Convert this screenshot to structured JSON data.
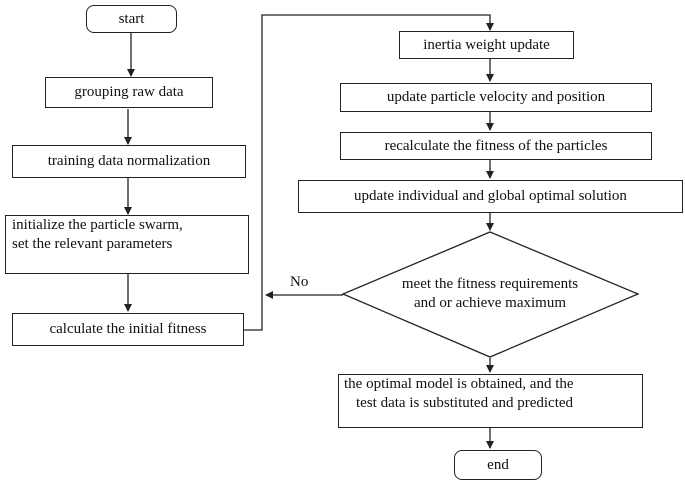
{
  "flowchart": {
    "start": "start",
    "end": "end",
    "left_column": {
      "grouping": "grouping raw data",
      "normalization": "training data normalization",
      "initialize_line1": "initialize the particle swarm,",
      "initialize_line2": "set the relevant parameters",
      "initial_fitness": "calculate the initial fitness"
    },
    "right_column": {
      "inertia": "inertia weight update",
      "velocity": "update particle velocity and position",
      "recalculate": "recalculate the fitness of the particles",
      "optimal_solution": "update individual and global optimal solution",
      "decision_line1": "meet the fitness requirements",
      "decision_line2": "and or achieve maximum",
      "result_line1": "the optimal model is obtained, and the",
      "result_line2": "test data is substituted and predicted"
    },
    "edge_labels": {
      "no": "No"
    }
  }
}
